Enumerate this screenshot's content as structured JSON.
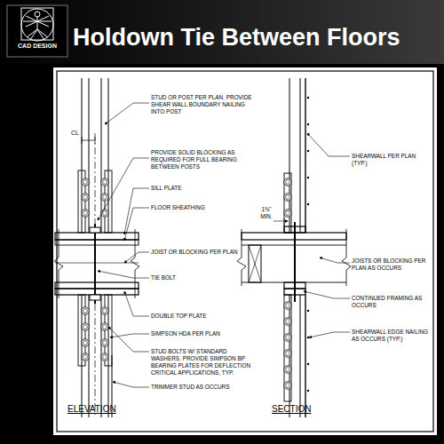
{
  "diagram": {
    "title": "Holdown Tie Between Floors",
    "labels": [
      "CAD DESIGN",
      "CL",
      "STUD OR POST PER PLAN. PROVIDE SHEAR WALL BOUNDARY NAILING INTO POST",
      "PROVIDE SOLID BLOCKING AS REQUIRED FOR FULL BEARING BETWEEN POSTS",
      "SILL PLATE",
      "FLOOR SHEATHING",
      "JOIST OR BLOCKING PER PLAN",
      "TIE BOLT",
      "DOUBLE TOP PLATE",
      "SIMPSON HDA PER PLAN",
      "STUD BOLTS W/ STANDARD WASHERS. PROVIDE SIMPSON BP BEARING PLATES FOR DEFLECTION CRITICAL APPLICATIONS, TYP.",
      "TRIMMER STUD AS OCCURS",
      "ELEVATION",
      "SHEARWALL PER PLAN (TYP.)",
      "1¾\" MIN.",
      "JOISTS OR BLOCKING PER PLAN AS OCCURS",
      "CONTINUED FRAMING AS OCCURS",
      "SHEARWALL EDGE NAILING AS OCCURS (TYP.)",
      "SECTION"
    ]
  }
}
